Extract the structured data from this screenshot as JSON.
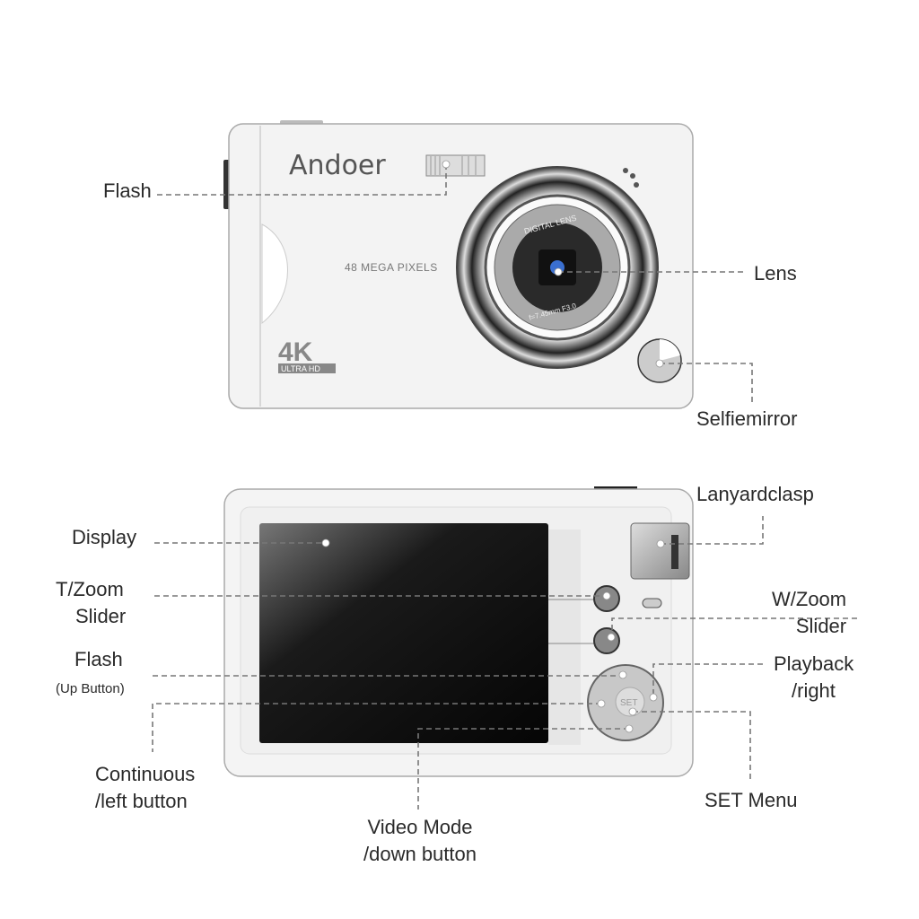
{
  "front": {
    "brand": "Andoer",
    "megapixels": "48 MEGA PIXELS",
    "badge_4k": "4K",
    "badge_uhd": "ULTRA HD",
    "lens_top": "DIGITAL LENS",
    "lens_bottom": "f=7.45mm F3.0",
    "labels": {
      "flash": "Flash",
      "lens": "Lens",
      "selfie": "Selfiemirror"
    }
  },
  "back": {
    "set": "SET",
    "labels": {
      "display": "Display",
      "tzoom_1": "T/Zoom",
      "tzoom_2": "Slider",
      "flash_up_1": "Flash",
      "flash_up_2": "(Up Button)",
      "continuous_1": "Continuous",
      "continuous_2": "/left button",
      "video_1": "Video Mode",
      "video_2": "/down button",
      "lanyard": "Lanyardclasp",
      "wzoom_1": "W/Zoom",
      "wzoom_2": "Slider",
      "playback_1": "Playback",
      "playback_2": "/right",
      "set_menu": "SET Menu"
    }
  },
  "colors": {
    "body": "#f2f2f2",
    "screen": "#111111",
    "leader": "#777777"
  }
}
